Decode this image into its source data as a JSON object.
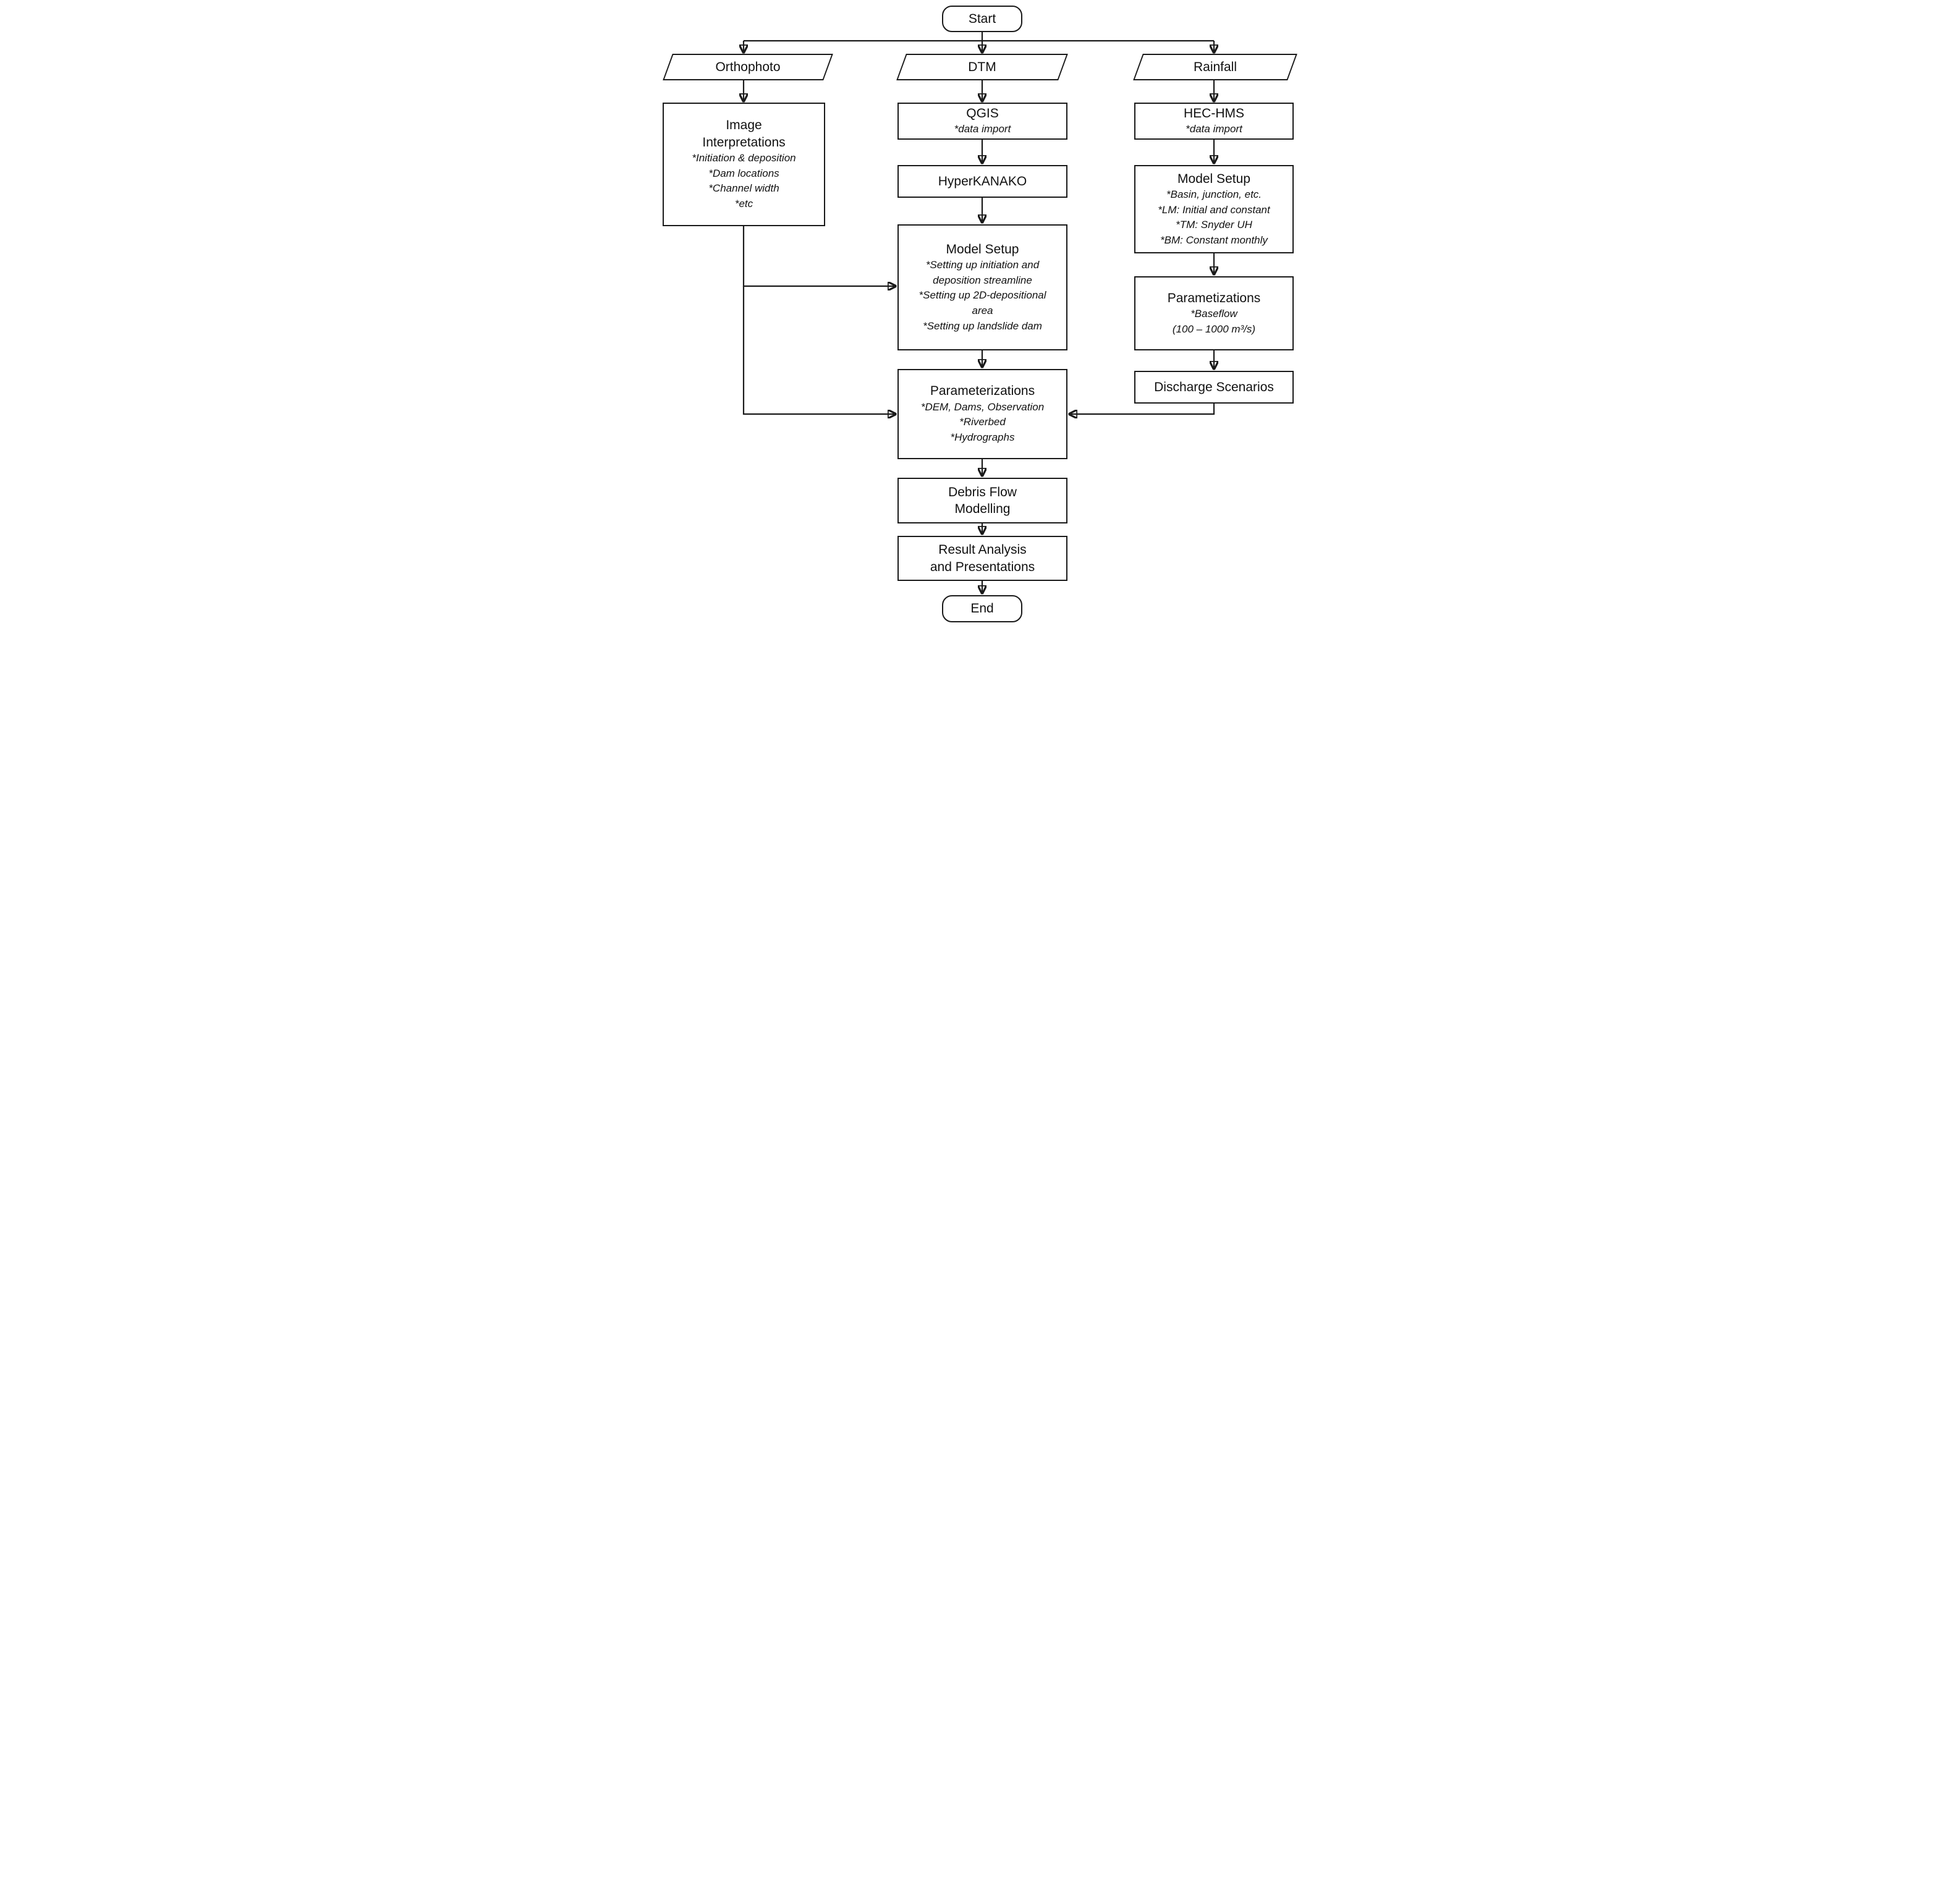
{
  "colors": {
    "line": "#1a1a1a",
    "background": "#ffffff",
    "text": "#111111"
  },
  "nodes": {
    "start": {
      "label": "Start"
    },
    "orthophoto": {
      "label": "Orthophoto"
    },
    "dtm": {
      "label": "DTM"
    },
    "rainfall": {
      "label": "Rainfall"
    },
    "image_interpretations": {
      "title": "Image\nInterpretations",
      "details": [
        "*Initiation & deposition",
        "*Dam locations",
        "*Channel width",
        "*etc"
      ]
    },
    "qgis": {
      "title": "QGIS",
      "details": [
        "*data import"
      ]
    },
    "hec_hms": {
      "title": "HEC-HMS",
      "details": [
        "*data import"
      ]
    },
    "hyperkanako": {
      "title": "HyperKANAKO",
      "details": []
    },
    "model_setup_hms": {
      "title": "Model Setup",
      "details": [
        "*Basin, junction, etc.",
        "*LM: Initial and constant",
        "*TM: Snyder UH",
        "*BM: Constant monthly"
      ]
    },
    "model_setup_kanako": {
      "title": "Model Setup",
      "details": [
        "*Setting up initiation and deposition streamline",
        "*Setting up 2D-depositional area",
        "*Setting up landslide dam"
      ]
    },
    "parametizations_hms": {
      "title": "Parametizations",
      "details": [
        "*Baseflow",
        "(100 – 1000 m³/s)"
      ]
    },
    "parameterizations_kanako": {
      "title": "Parameterizations",
      "details": [
        "*DEM, Dams, Observation",
        "*Riverbed",
        "*Hydrographs"
      ]
    },
    "discharge_scenarios": {
      "title": "Discharge Scenarios",
      "details": []
    },
    "debris_flow_modelling": {
      "title": "Debris Flow\nModelling",
      "details": []
    },
    "result_analysis": {
      "title": "Result Analysis\nand Presentations",
      "details": []
    },
    "end": {
      "label": "End"
    }
  }
}
